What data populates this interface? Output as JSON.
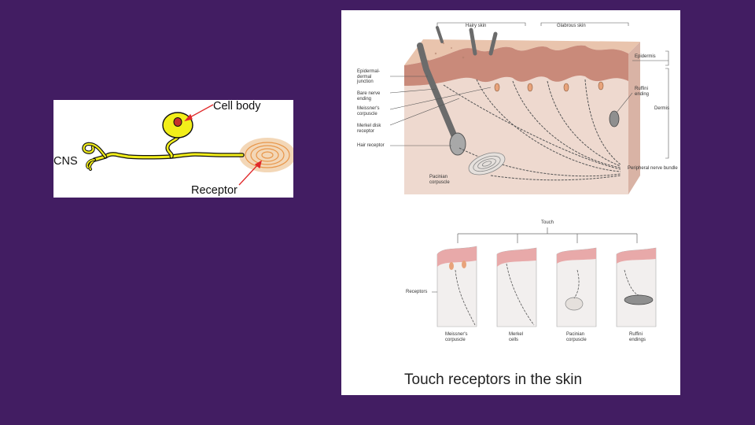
{
  "colors": {
    "background": "#421d62",
    "neuron_yellow": "#f2ee1a",
    "nucleus_red": "#c4312a",
    "arrow_red": "#e0282a"
  },
  "neuron_figure": {
    "cell_body_label": "Cell body",
    "cns_label": "CNS",
    "receptor_label": "Receptor"
  },
  "skin_figure": {
    "top_labels": {
      "hairy_skin": "Hairy skin",
      "glabrous_skin": "Glabrous skin"
    },
    "left_labels": {
      "epidermal_dermal_junction": [
        "Epidermal-",
        "dermal",
        "junction"
      ],
      "bare_nerve_ending": [
        "Bare nerve",
        "ending"
      ],
      "meissners_corpuscle": [
        "Meissner's",
        "corpuscle"
      ],
      "merkel_disk_receptor": [
        "Merkel disk",
        "receptor"
      ],
      "hair_receptor": [
        "Hair receptor"
      ]
    },
    "right_labels": {
      "epidermis": "Epidermis",
      "ruffini_ending": [
        "Ruffini",
        "ending"
      ],
      "dermis": "Dermis",
      "peripheral_nerve_bundle": "Peripheral nerve bundle"
    },
    "bottom_left_label": [
      "Pacinian",
      "corpuscle"
    ]
  },
  "touch_tree": {
    "root": "Touch",
    "side_label": "Receptors",
    "blocks": [
      {
        "label": [
          "Meissner's",
          "corpuscle"
        ]
      },
      {
        "label": [
          "Merkel",
          "cells"
        ]
      },
      {
        "label": [
          "Pacinian",
          "corpuscle"
        ]
      },
      {
        "label": [
          "Ruffini",
          "endings"
        ]
      }
    ]
  },
  "caption": "Touch receptors in the skin"
}
